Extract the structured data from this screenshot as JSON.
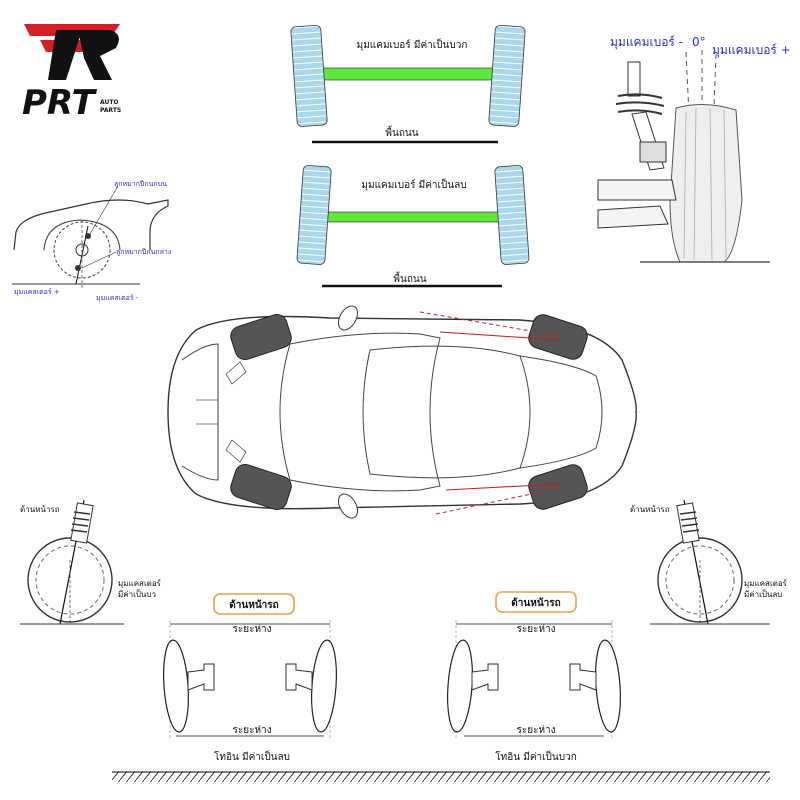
{
  "logo": {
    "brand": "PRT",
    "sub_top": "AUTO",
    "sub_bottom": "PARTS",
    "accent_color": "#d41f26"
  },
  "camber_positive_panel": {
    "label": "มุมแคมเบอร์  มีค่าเป็นบวก",
    "road_label": "พื้นถนน",
    "axle_color": "#5ee83a",
    "tire_color": "#a9d8ee"
  },
  "camber_negative_panel": {
    "label": "มุมแคมเบอร์  มีค่าเป็นลบ",
    "road_label": "พื้นถนน"
  },
  "strut_panel": {
    "label_minus": "มุมแคมเบอร์ -",
    "label_zero": "0°",
    "label_plus": "มุมแคมเบอร์ +",
    "label_color": "#2030c8"
  },
  "side_view_panel": {
    "upper_ball_joint": "ลูกหมากปีกนกบน",
    "lower_ball_joint": "ลูกหมากปีกนกล่าง",
    "caster_plus": "มุมแคสเตอร์ +",
    "caster_minus": "มุมแคสเตอร์ -"
  },
  "caster_left_panel": {
    "front_label": "ด้านหน้ารถ",
    "caster_line1": "มุมแคสเตอร์",
    "caster_line2": "มีค่าเป็นบว"
  },
  "caster_right_panel": {
    "front_label": "ด้านหน้ารถ",
    "caster_line1": "มุมแคสเตอร์",
    "caster_line2": "มีค่าเป็นลบ"
  },
  "toe_negative_panel": {
    "front_label": "ด้านหน้ารถ",
    "distance_top": "ระยะห่าง",
    "distance_bottom": "ระยะห่าง",
    "caption": "โทอิน มีค่าเป็นลบ"
  },
  "toe_positive_panel": {
    "front_label": "ด้านหน้ารถ",
    "distance_top": "ระยะห่าง",
    "distance_bottom": "ระยะห่าง",
    "caption": "โทอิน มีค่าเป็นบวก"
  },
  "colors": {
    "toe_label_border": "#e8a13a",
    "toe_lines": "#d01818"
  }
}
